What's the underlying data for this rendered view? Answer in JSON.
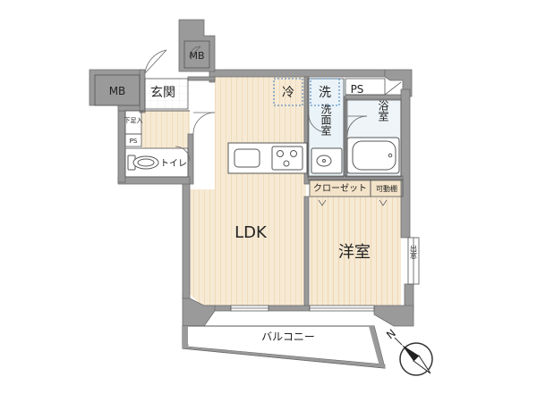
{
  "rooms": {
    "mb_left": "MB",
    "mb_top": "MB",
    "genkan": "玄関",
    "getabako": "下足入",
    "ps_small": "PS",
    "toilet": "トイレ",
    "rei": "冷",
    "sen": "洗",
    "ps": "PS",
    "senmenshitsu": "洗面室",
    "yokushitsu": "浴室",
    "closet": "クローゼット",
    "kadodana": "可動棚",
    "ldk": "LDK",
    "youshitsu": "洋室",
    "demado": "出窓",
    "balcony": "バルコニー",
    "north": "N"
  },
  "colors": {
    "wall": "#9a9a9a",
    "wall_edge": "#6e6e6e",
    "wood_floor": "#f7ead4",
    "wood_stripe": "#efdcbd",
    "wet_floor": "#e9f2f8",
    "tile_floor": "#ffffff",
    "line": "#555555",
    "dotted": "#3a7bbf"
  },
  "icons": [
    "compass-icon",
    "toilet-icon",
    "bathtub-icon",
    "sink-icon",
    "stove-icon",
    "washbasin-icon",
    "door-swing-icon"
  ]
}
